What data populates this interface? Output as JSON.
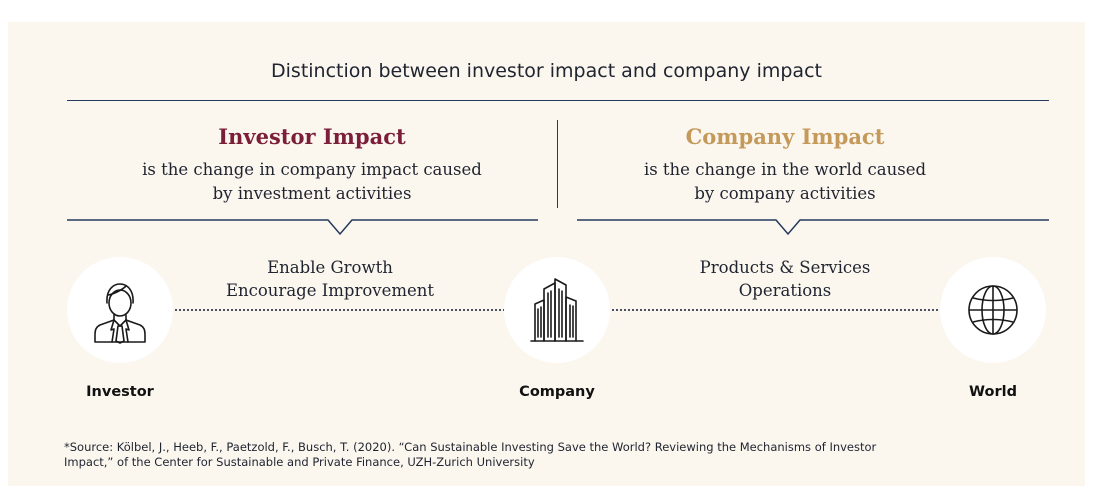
{
  "title": "Distinction between investor impact and company impact",
  "investor_impact": {
    "heading": "Investor Impact",
    "line1": "is the change in company impact caused",
    "line2": "by investment activities",
    "color": "#7b1e3a"
  },
  "company_impact": {
    "heading": "Company Impact",
    "line1": "is the change in the world caused",
    "line2": "by company activities",
    "color": "#c4995a"
  },
  "mechanisms_left": [
    "Enable Growth",
    "Encourage Improvement"
  ],
  "mechanisms_right": [
    "Products & Services",
    "Operations"
  ],
  "nodes": {
    "investor": {
      "label": "Investor",
      "icon": "investor-person-icon"
    },
    "company": {
      "label": "Company",
      "icon": "buildings-icon"
    },
    "world": {
      "label": "World",
      "icon": "globe-icon"
    }
  },
  "source": {
    "line1": "*Source: Kölbel, J., Heeb, F., Paetzold, F., Busch, T. (2020). “Can Sustainable Investing Save the World? Reviewing the Mechanisms of Investor",
    "line2": "Impact,” of the Center for Sustainable and Private Finance, UZH-Zurich University"
  }
}
